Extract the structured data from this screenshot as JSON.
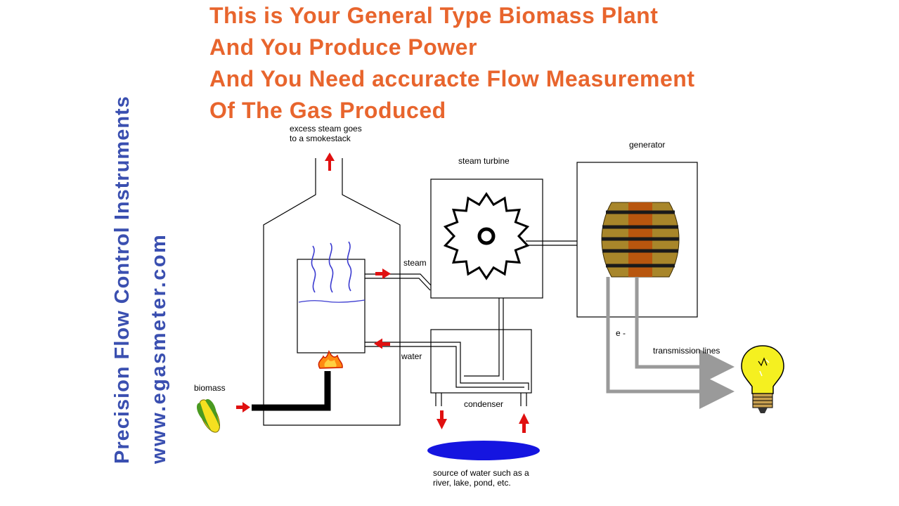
{
  "headline": {
    "line1": "This is Your General Type Biomass Plant",
    "line2": "And You Produce Power",
    "line3": "And You Need accuracte Flow Measurement",
    "line4": "Of The Gas Produced"
  },
  "side_text": {
    "company": "Precision Flow Control Instruments",
    "website": "www.egasmeter.com"
  },
  "labels": {
    "excess_steam_1": "excess steam goes",
    "excess_steam_2": "to a smokestack",
    "steam_turbine": "steam turbine",
    "generator": "generator",
    "steam": "steam",
    "water": "water",
    "biomass": "biomass",
    "condenser": "condenser",
    "electron": "e -",
    "transmission_lines": "transmission lines",
    "water_source_1": "source of water such as a",
    "water_source_2": "river, lake, pond, etc."
  },
  "colors": {
    "headline": "#e8652d",
    "side_text": "#3a4fb0",
    "arrow": "#e01010",
    "water_pool": "#1515e0",
    "steam_wave": "#3b3bd0",
    "generator_stripe_light": "#a8862a",
    "generator_stripe_dark": "#1a1a1a",
    "generator_band": "#b8560e",
    "bulb": "#f5f020",
    "pipe_gray": "#9a9a9a"
  }
}
